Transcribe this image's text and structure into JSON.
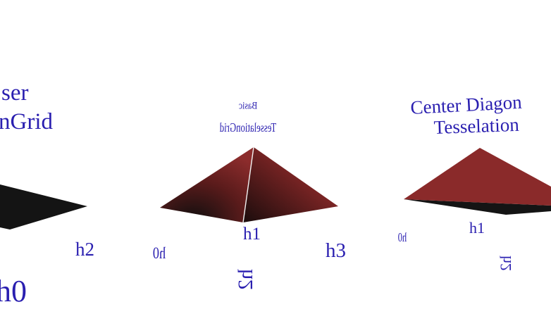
{
  "scene": {
    "background": "#ffffff",
    "label_color": "#2a1fb0",
    "face_dark": "#141414",
    "face_red": "#8a2a2a"
  },
  "left_panel": {
    "title_line1": "ser",
    "title_line2": "nGrid",
    "labels": {
      "h2": "h2",
      "h0": "h0"
    }
  },
  "middle_panel": {
    "title_line1": "Basic",
    "title_line2": "TesselationGrid",
    "labels": {
      "h0": "h0",
      "h1": "h1",
      "h2": "h2",
      "h3": "h3"
    }
  },
  "right_panel": {
    "title_line1": "Center Diagon",
    "title_line2": "Tesselation",
    "labels": {
      "h0": "h0",
      "h1": "h1",
      "h2": "h2"
    }
  }
}
